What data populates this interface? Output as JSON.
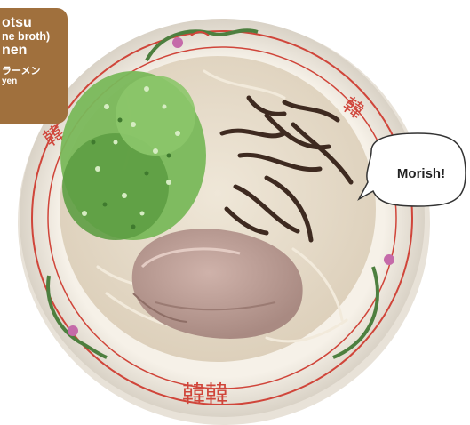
{
  "menu_label": {
    "line1": "otsu",
    "line2": "ne broth)",
    "line3": "nen",
    "line4": "ラーメン",
    "line5": "yen"
  },
  "speech_bubble": {
    "text": "Morish!"
  },
  "colors": {
    "label_background": "#a0703d",
    "bowl_rim": "#f4efe6",
    "broth": "#e6dcc9",
    "scallion": "#6cae4e",
    "pork": "#b99a92",
    "wood_ear": "#3e2a20",
    "bowl_pattern": "#d0453a"
  }
}
